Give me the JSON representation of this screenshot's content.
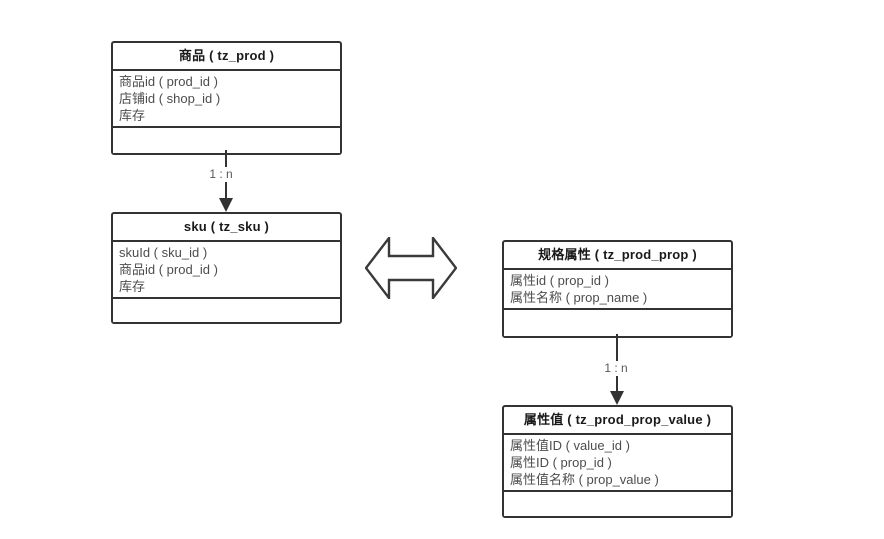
{
  "diagram": {
    "background_color": "#ffffff",
    "stroke_color": "#333333",
    "header_text_color": "#1a1a1a",
    "field_text_color": "#4d4d4d",
    "label_text_color": "#595959",
    "tables": [
      {
        "id": "prod",
        "title": "商品 ( tz_prod )",
        "fields": [
          "商品id ( prod_id )",
          "店铺id ( shop_id )",
          "库存"
        ]
      },
      {
        "id": "sku",
        "title": "sku ( tz_sku )",
        "fields": [
          "skuId ( sku_id )",
          "商品id ( prod_id )",
          "库存"
        ]
      },
      {
        "id": "prod_prop",
        "title": "规格属性 ( tz_prod_prop )",
        "fields": [
          "属性id ( prop_id )",
          "属性名称 ( prop_name )"
        ]
      },
      {
        "id": "prod_prop_value",
        "title": "属性值 ( tz_prod_prop_value )",
        "fields": [
          "属性值ID ( value_id )",
          "属性ID ( prop_id )",
          "属性值名称 ( prop_value )"
        ]
      }
    ],
    "connectors": [
      {
        "from": "prod",
        "to": "sku",
        "label": "1 : n",
        "direction": "down"
      },
      {
        "from": "prod_prop",
        "to": "prod_prop_value",
        "label": "1 : n",
        "direction": "down"
      }
    ],
    "relation_icon": "double-headed-horizontal-arrow"
  }
}
